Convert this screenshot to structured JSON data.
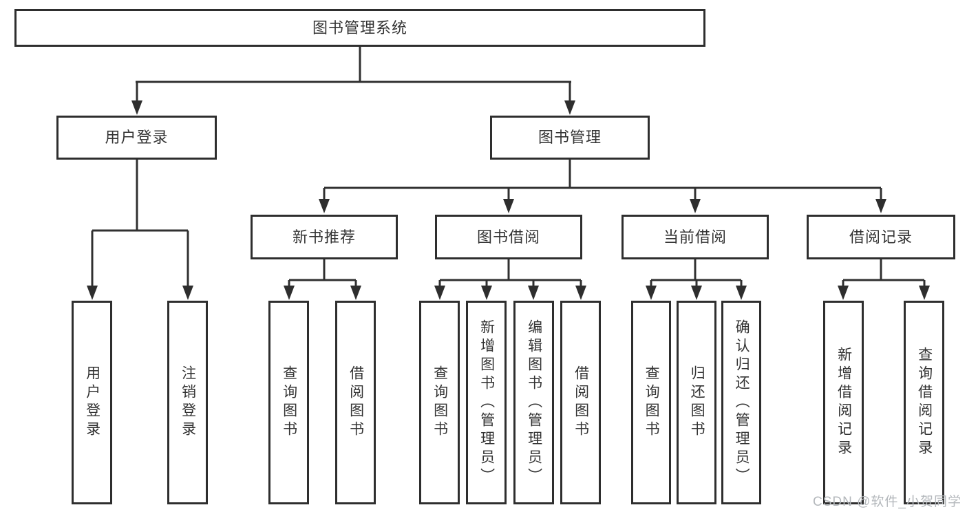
{
  "diagram": {
    "type": "hierarchy-tree",
    "title": "图书管理系统",
    "hierarchy": {
      "label": "图书管理系统",
      "children": [
        {
          "label": "用户登录",
          "children": [
            {
              "label": "用户登录"
            },
            {
              "label": "注销登录"
            }
          ]
        },
        {
          "label": "图书管理",
          "children": [
            {
              "label": "新书推荐",
              "children": [
                {
                  "label": "查询图书"
                },
                {
                  "label": "借阅图书"
                }
              ]
            },
            {
              "label": "图书借阅",
              "children": [
                {
                  "label": "查询图书"
                },
                {
                  "label": "新增图书（管理员）"
                },
                {
                  "label": "编辑图书（管理员）"
                },
                {
                  "label": "借阅图书"
                }
              ]
            },
            {
              "label": "当前借阅",
              "children": [
                {
                  "label": "查询图书"
                },
                {
                  "label": "归还图书"
                },
                {
                  "label": "确认归还（管理员）"
                }
              ]
            },
            {
              "label": "借阅记录",
              "children": [
                {
                  "label": "新增借阅记录"
                },
                {
                  "label": "查询借阅记录"
                }
              ]
            }
          ]
        }
      ]
    }
  },
  "nodes": {
    "root": "图书管理系统",
    "user_login": "用户登录",
    "book_mgmt": "图书管理",
    "new_books": "新书推荐",
    "book_borrow": "图书借阅",
    "current_borrow": "当前借阅",
    "borrow_records": "借阅记录",
    "ul_login": "用户登录",
    "ul_logout": "注销登录",
    "nb_query": "查询图书",
    "nb_borrow": "借阅图书",
    "bb_query": "查询图书",
    "bb_add": "新增图书（管理员）",
    "bb_edit": "编辑图书（管理员）",
    "bb_borrow": "借阅图书",
    "cb_query": "查询图书",
    "cb_return": "归还图书",
    "cb_confirm": "确认归还（管理员）",
    "br_add": "新增借阅记录",
    "br_query": "查询借阅记录"
  },
  "watermark": "CSDN @软件_小贺同学",
  "colors": {
    "line": "#303030",
    "box_border": "#2e2e2e",
    "text": "#333333",
    "background": "#ffffff",
    "watermark": "#b4b8bc"
  }
}
